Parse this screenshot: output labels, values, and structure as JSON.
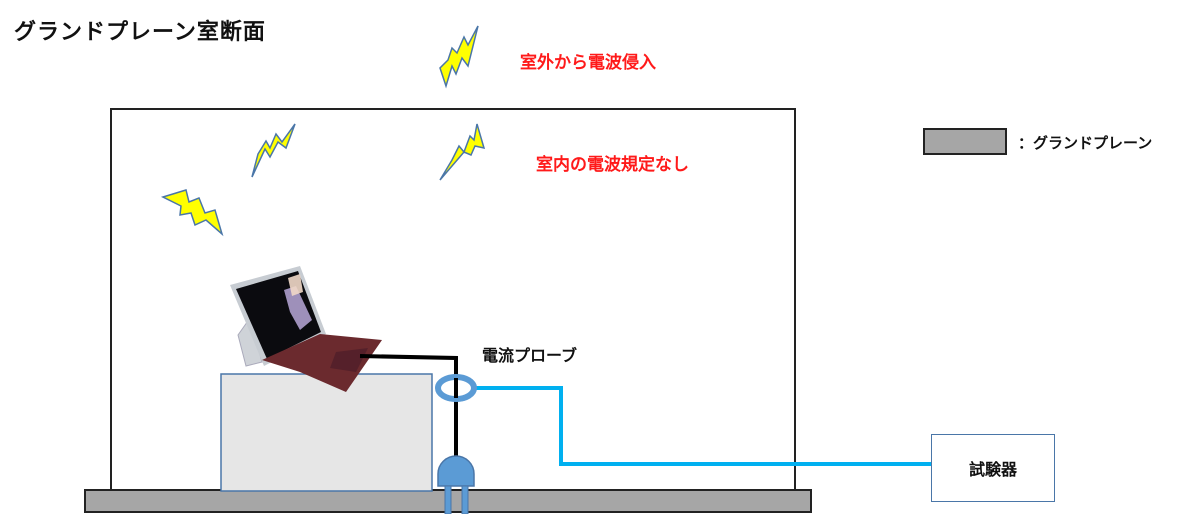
{
  "diagram": {
    "title": "グランドプレーン室断面",
    "labels": {
      "outside_waves": "室外から電波侵入",
      "inside_waves": "室内の電波規定なし",
      "current_probe": "電流プローブ",
      "tester": "試験器"
    },
    "legend": {
      "swatch_color": "#a6a6a6",
      "text": "：グランドプレーン"
    },
    "icons": [
      "lightning-bolt-icon",
      "laptop-tablet-image",
      "power-plug-icon",
      "current-probe-ring-icon"
    ],
    "colors": {
      "warning_text": "#ff1a1a",
      "bolt_fill": "#ffff00",
      "bolt_stroke": "#4a76a8",
      "probe_cable": "#00b0f0",
      "ground_plane": "#a6a6a6",
      "table_fill": "#e6e6e6",
      "plug_fill": "#5b9bd5"
    }
  }
}
